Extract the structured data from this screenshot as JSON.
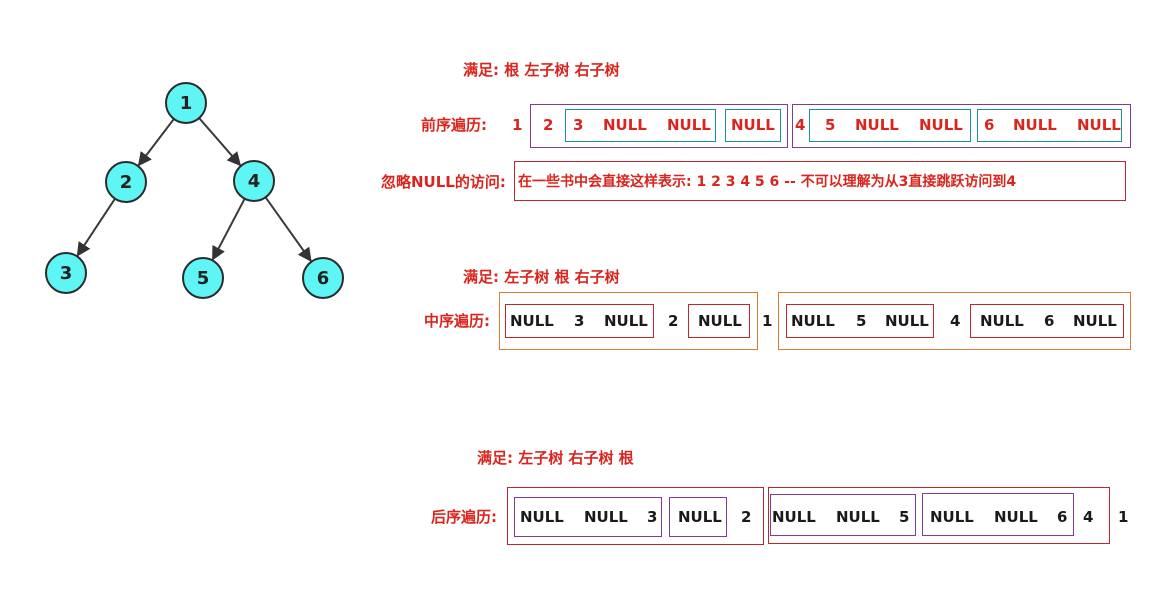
{
  "tree": {
    "nodes": [
      "1",
      "2",
      "4",
      "3",
      "5",
      "6"
    ],
    "edges": [
      [
        "1",
        "2"
      ],
      [
        "1",
        "4"
      ],
      [
        "2",
        "3"
      ],
      [
        "4",
        "5"
      ],
      [
        "4",
        "6"
      ]
    ],
    "node_fill": "#5ff5f5",
    "node_stroke": "#2b2b2b"
  },
  "preorder": {
    "rule": "满足: 根 左子树 右子树",
    "label": "前序遍历:",
    "tokens": [
      "1",
      "2",
      "3",
      "NULL",
      "NULL",
      "NULL",
      "4",
      "5",
      "NULL",
      "NULL",
      "6",
      "NULL",
      "NULL"
    ],
    "ignore_label": "忽略NULL的访问:",
    "ignore_text": "在一些书中会直接这样表示: 1 2 3 4 5 6 -- 不可以理解为从3直接跳跃访问到4"
  },
  "inorder": {
    "rule": "满足: 左子树 根 右子树",
    "label": "中序遍历:",
    "tokens": [
      "NULL",
      "3",
      "NULL",
      "2",
      "NULL",
      "1",
      "NULL",
      "5",
      "NULL",
      "4",
      "NULL",
      "6",
      "NULL"
    ]
  },
  "postorder": {
    "rule": "满足: 左子树 右子树 根",
    "label": "后序遍历:",
    "tokens": [
      "NULL",
      "NULL",
      "3",
      "NULL",
      "2",
      "NULL",
      "NULL",
      "5",
      "NULL",
      "NULL",
      "6",
      "4",
      "1"
    ]
  },
  "colors": {
    "red": "#d9251d",
    "purple": "#7d3c98",
    "teal": "#1a8f9a",
    "orange": "#e07a30"
  }
}
